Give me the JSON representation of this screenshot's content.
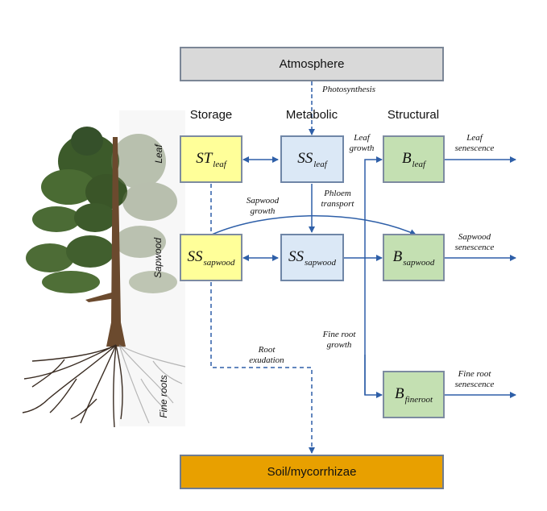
{
  "boxes": {
    "atmosphere": "Atmosphere",
    "soil": "Soil/mycorrhizae",
    "st_leaf": {
      "main": "ST",
      "sub": "leaf"
    },
    "ss_leaf": {
      "main": "SS",
      "sub": "leaf"
    },
    "b_leaf": {
      "main": "B",
      "sub": "leaf"
    },
    "ss_sapwood_storage": {
      "main": "SS",
      "sub": "sapwood"
    },
    "ss_sapwood_metabolic": {
      "main": "SS",
      "sub": "sapwood"
    },
    "b_sapwood": {
      "main": "B",
      "sub": "sapwood"
    },
    "b_fineroot": {
      "main": "B",
      "sub": "fineroot"
    }
  },
  "columns": {
    "storage": "Storage",
    "metabolic": "Metabolic",
    "structural": "Structural"
  },
  "flows": {
    "photosynthesis": "Photosynthesis",
    "leaf_growth": "Leaf\ngrowth",
    "phloem_transport": "Phloem\ntransport",
    "sapwood_growth": "Sapwood\ngrowth",
    "fine_root_growth": "Fine root\ngrowth",
    "root_exudation": "Root\nexudation",
    "leaf_senescence": "Leaf\nsenescence",
    "sapwood_senescence": "Sapwood\nsenescence",
    "fine_root_senescence": "Fine root\nsenescence"
  },
  "tree_labels": {
    "leaf": "Leaf",
    "sapwood": "Sapwood",
    "fine_roots": "Fine roots"
  },
  "colors": {
    "arrow": "#2e5fa8",
    "storage": "#ffff99",
    "metabolic": "#dbe8f6",
    "structural": "#c4e0b2",
    "atmosphere": "#d9d9d9",
    "soil": "#e8a000"
  }
}
